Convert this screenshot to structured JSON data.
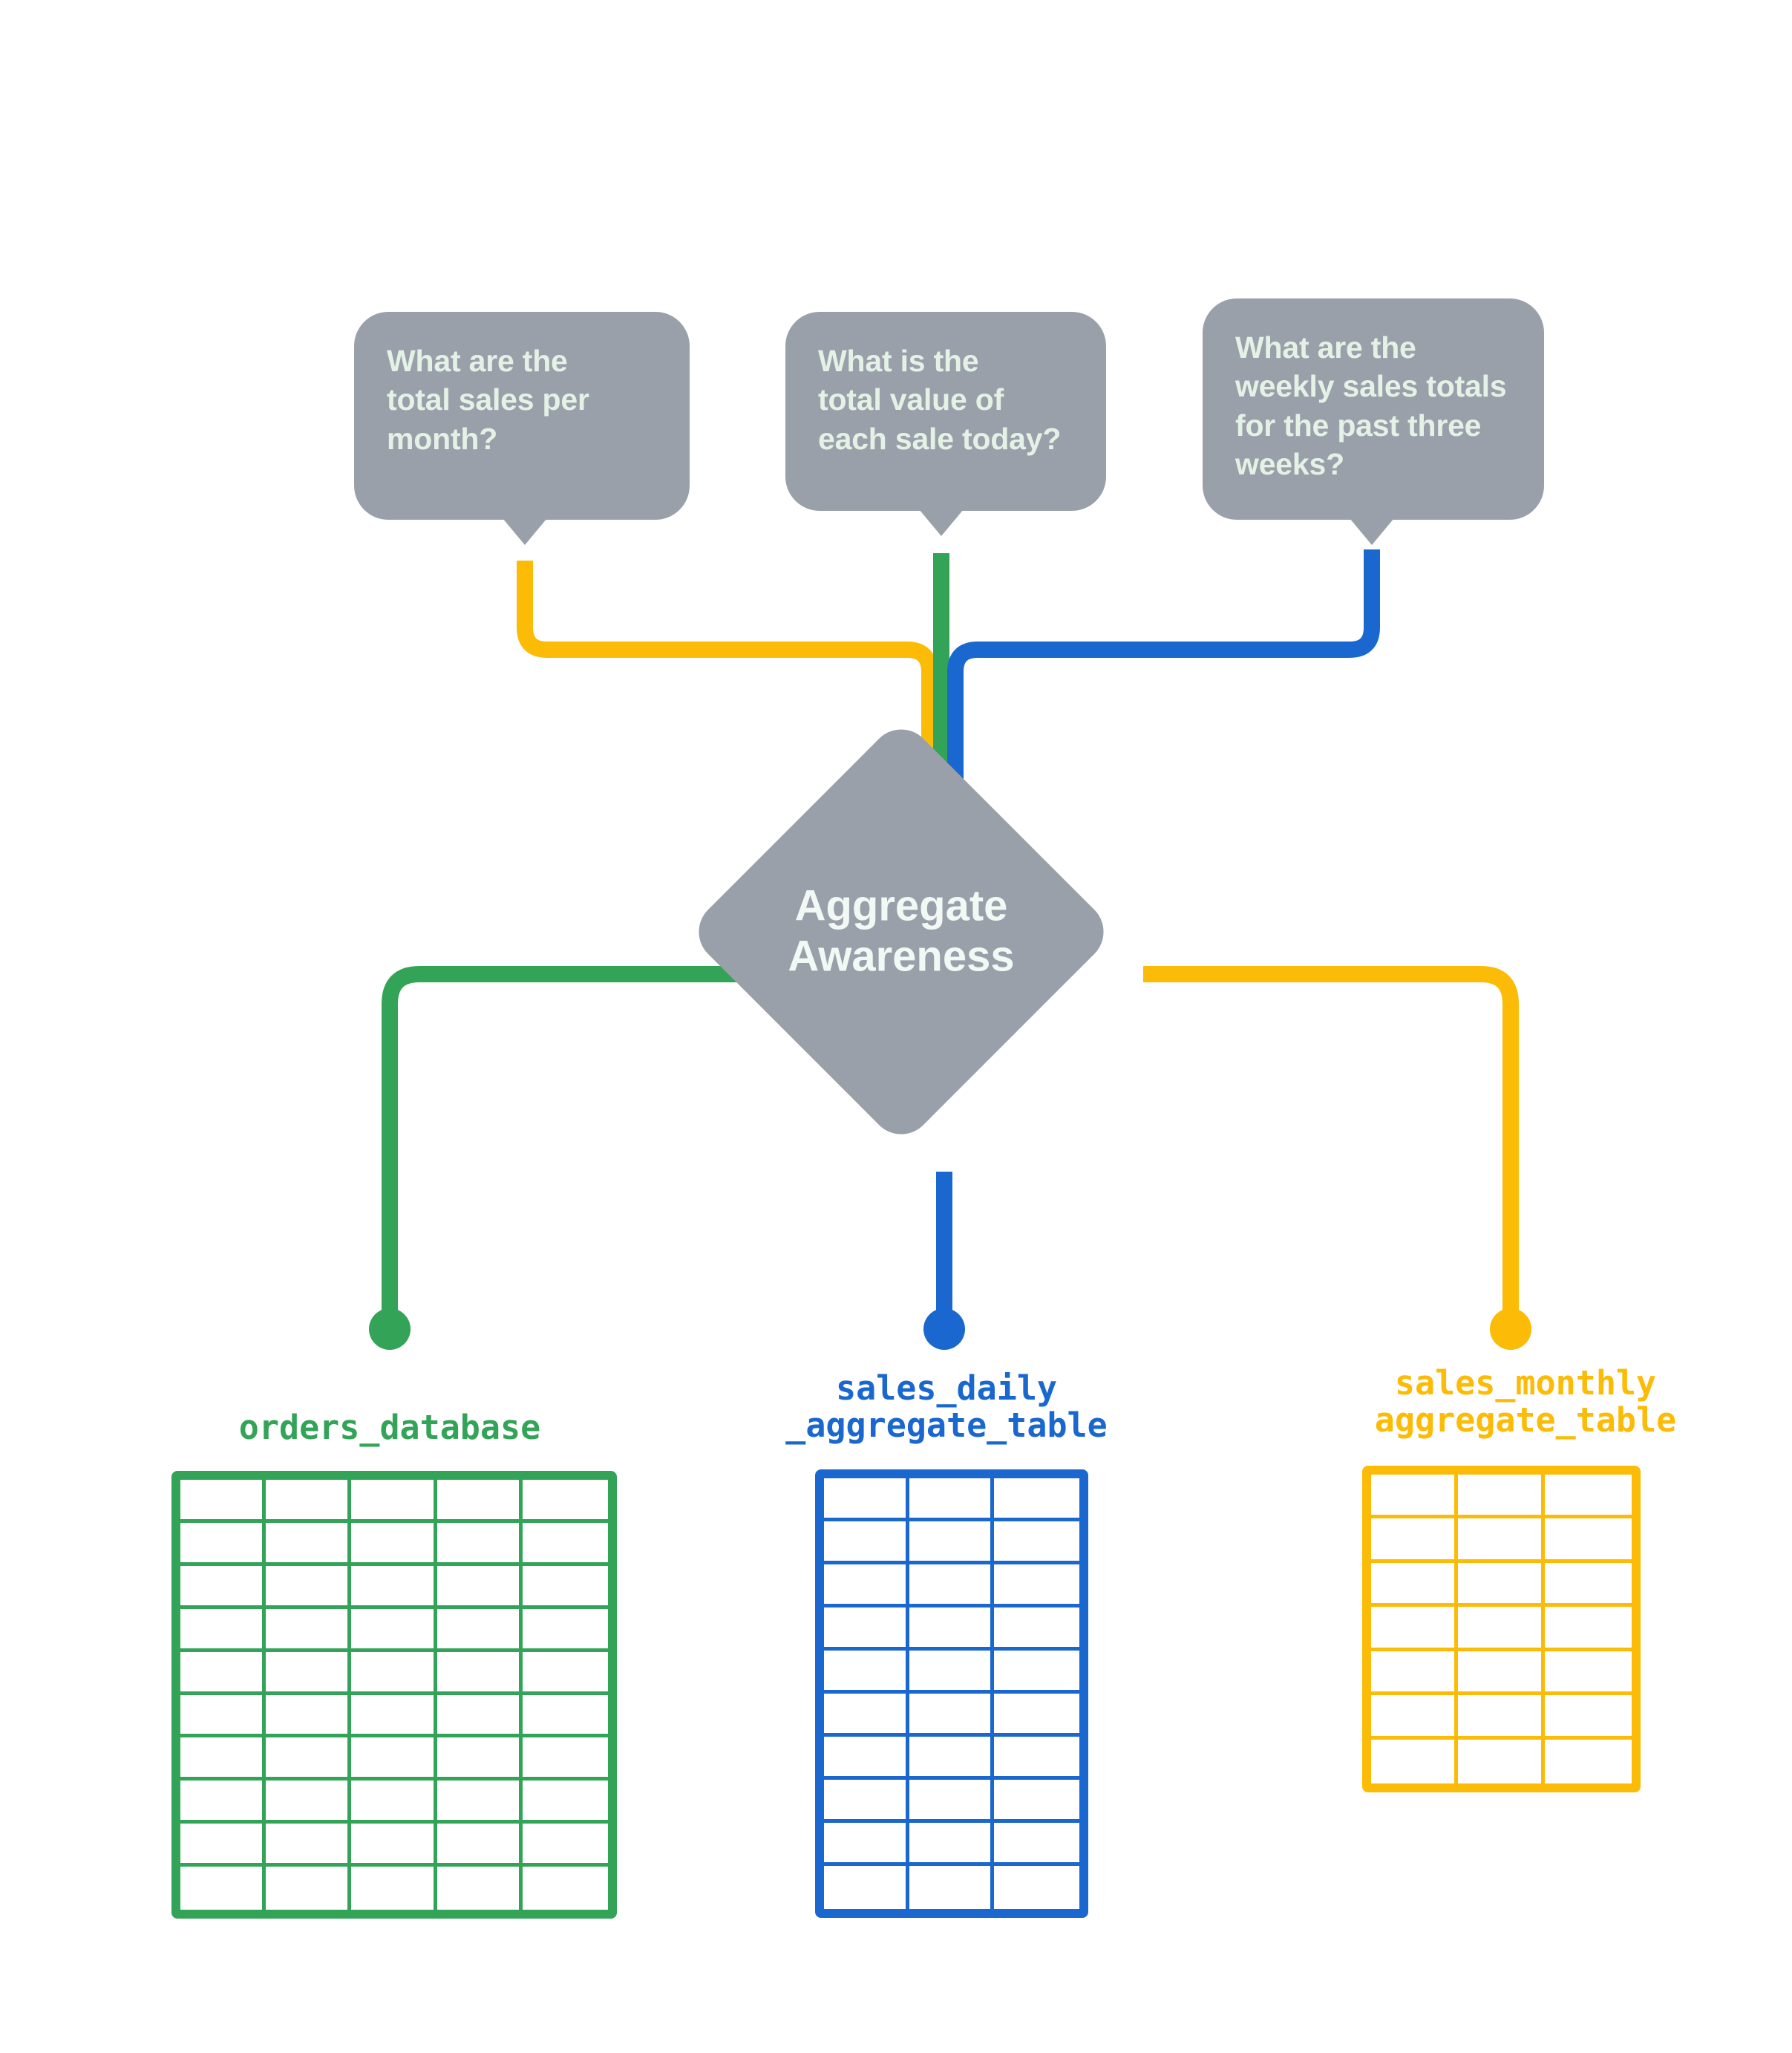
{
  "diagram": {
    "title": "Aggregate Awareness",
    "background": "#ffffff",
    "colors": {
      "gray": "#9aa0a9",
      "bubble_text": "#e4f2e6",
      "node_text": "#f2f8f4",
      "green": "#33a457",
      "blue": "#1a68cf",
      "yellow": "#fcbb06"
    }
  },
  "questions": [
    {
      "id": "q-monthly",
      "text": "What are the\ntotal sales per\nmonth?",
      "color": "#fcbb06",
      "routes_to": "sales_monthly_aggregate_table"
    },
    {
      "id": "q-daily",
      "text": "What is the\ntotal value of\neach sale today?",
      "color": "#33a457",
      "routes_to": "orders_database"
    },
    {
      "id": "q-weekly",
      "text": "What are the\nweekly sales totals\nfor the past three\nweeks?",
      "color": "#1a68cf",
      "routes_to": "sales_daily_aggregate_table"
    }
  ],
  "center_node": {
    "label": "Aggregate\nAwareness",
    "shape": "diamond",
    "color": "#9aa0a9"
  },
  "tables": [
    {
      "id": "orders_database",
      "caption": "orders_database",
      "color": "#33a457",
      "columns": 5,
      "rows": 10
    },
    {
      "id": "sales_daily_aggregate_table",
      "caption": "sales_daily\n_aggregate_table",
      "color": "#1a68cf",
      "columns": 3,
      "rows": 10
    },
    {
      "id": "sales_monthly_aggregate_table",
      "caption": "sales_monthly\naggregate_table",
      "color": "#fcbb06",
      "columns": 3,
      "rows": 7
    }
  ]
}
